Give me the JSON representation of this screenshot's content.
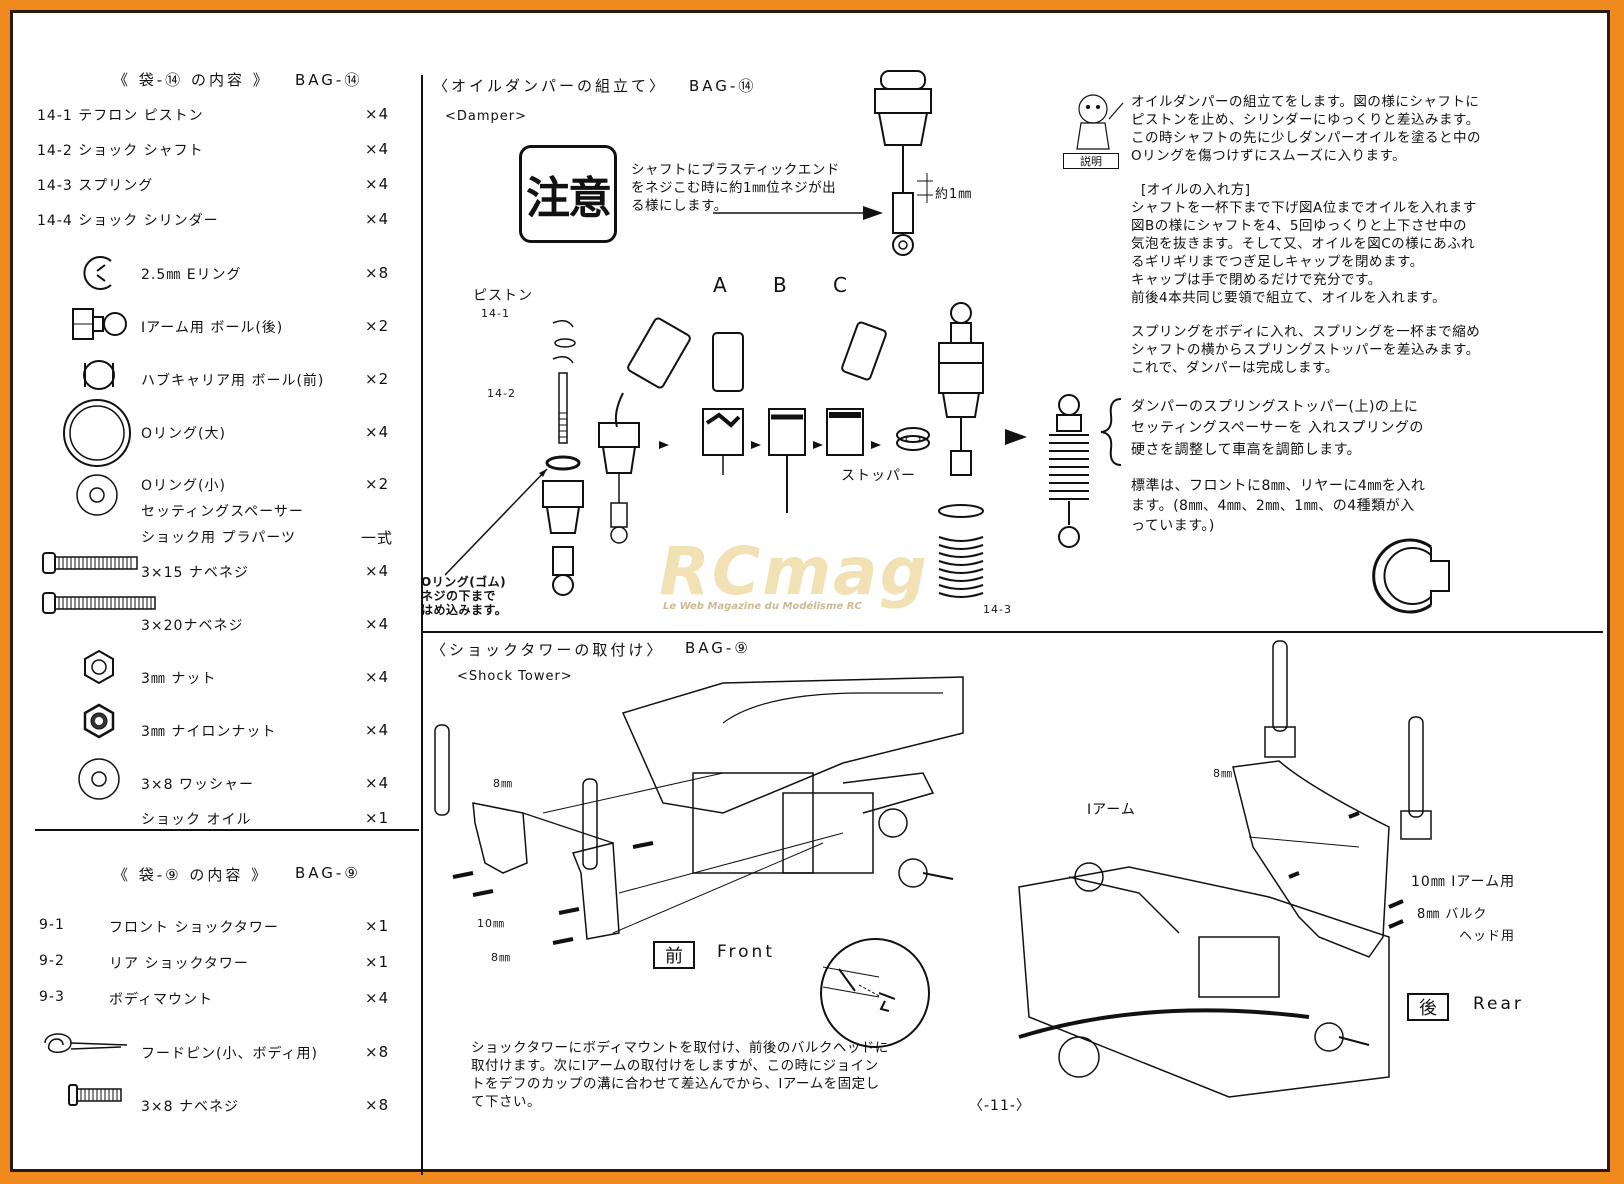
{
  "left_panel": {
    "bag14_header": "《 袋-⑭ の内容 》",
    "bag14_code": "BAG-⑭",
    "bag14_items": [
      {
        "label": "14-1 テフロン ピストン",
        "qty": "×4"
      },
      {
        "label": "14-2 ショック シャフト",
        "qty": "×4"
      },
      {
        "label": "14-3 スプリング",
        "qty": "×4"
      },
      {
        "label": "14-4 ショック シリンダー",
        "qty": "×4"
      },
      {
        "label": "2.5㎜ Eリング",
        "qty": "×8"
      },
      {
        "label": "Iアーム用 ボール(後)",
        "qty": "×2"
      },
      {
        "label": "ハブキャリア用 ボール(前)",
        "qty": "×2"
      },
      {
        "label": "Oリング(大)",
        "qty": "×4"
      },
      {
        "label": "Oリング(小)",
        "qty": "×2"
      },
      {
        "label": "セッティングスペーサー",
        "qty": ""
      },
      {
        "label": "ショック用 プラパーツ",
        "qty": "一式"
      },
      {
        "label": "3×15 ナベネジ",
        "qty": "×4"
      },
      {
        "label": "3×20ナベネジ",
        "qty": "×4"
      },
      {
        "label": "3㎜ ナット",
        "qty": "×4"
      },
      {
        "label": "3㎜ ナイロンナット",
        "qty": "×4"
      },
      {
        "label": "3×8 ワッシャー",
        "qty": "×4"
      },
      {
        "label": "ショック オイル",
        "qty": "×1"
      }
    ],
    "bag9_header": "《 袋-⑨ の内容 》",
    "bag9_code": "BAG-⑨",
    "bag9_items": [
      {
        "num": "9-1",
        "label": "フロント ショックタワー",
        "qty": "×1"
      },
      {
        "num": "9-2",
        "label": "リア ショックタワー",
        "qty": "×1"
      },
      {
        "num": "9-3",
        "label": "ボディマウント",
        "qty": "×4"
      },
      {
        "num": "",
        "label": "フードピン(小、ボディ用)",
        "qty": "×8"
      },
      {
        "num": "",
        "label": "3×8 ナベネジ",
        "qty": "×8"
      }
    ]
  },
  "damper_section": {
    "title": "〈オイルダンパーの組立て〉",
    "code": "BAG-⑭",
    "subtitle": "<Damper>",
    "caution_kanji": "注意",
    "caution_text": [
      "シャフトにプラスティックエンド",
      "をネジこむ時に約1㎜位ネジが出",
      "る様にします。"
    ],
    "approx_label": "約1㎜",
    "piston_label": "ピストン",
    "part_14_1": "14-1",
    "part_14_2": "14-2",
    "part_14_3": "14-3",
    "step_a": "A",
    "step_b": "B",
    "step_c": "C",
    "stopper_label": "ストッパー",
    "oring_note": [
      "Oリング(ゴム)",
      "ネジの下まで",
      "はめ込みます。"
    ],
    "explain_badge": "説明",
    "explain_text": [
      "オイルダンパーの組立てをします。図の様にシャフトに",
      "ピストンを止め、シリンダーにゆっくりと差込みます。",
      "この時シャフトの先に少しダンパーオイルを塗ると中の",
      "Oリングを傷つけずにスムーズに入ります。"
    ],
    "oil_title": "[オイルの入れ方]",
    "oil_text": [
      "シャフトを一杯下まで下げ図A位までオイルを入れます",
      "図Bの様にシャフトを4、5回ゆっくりと上下させ中の",
      "気泡を抜きます。そして又、オイルを図Cの様にあふれ",
      "るギリギリまでつぎ足しキャップを閉めます。",
      "キャップは手で閉めるだけで充分です。",
      "前後4本共同じ要領で組立て、オイルを入れます。"
    ],
    "spring_text": [
      "スプリングをボディに入れ、スプリングを一杯まで縮め",
      "シャフトの横からスプリングストッパーを差込みます。",
      "これで、ダンパーは完成します。"
    ],
    "spacer_text": [
      "ダンパーのスプリングストッパー(上)の上に",
      "セッティングスペーサーを 入れスプリングの",
      "硬さを調整して車高を調節します。"
    ],
    "standard_text": [
      "標準は、フロントに8㎜、リヤーに4㎜を入れ",
      "ます。(8㎜、4㎜、2㎜、1㎜、の4種類が入",
      "っています。)"
    ]
  },
  "tower_section": {
    "title": "〈ショックタワーの取付け〉",
    "code": "BAG-⑨",
    "subtitle": "<Shock Tower>",
    "front_kanji": "前",
    "front_label": "Front",
    "rear_kanji": "後",
    "rear_label": "Rear",
    "mm8_a": "8㎜",
    "mm10": "10㎜",
    "mm8_b": "8㎜",
    "mm8_c": "8㎜",
    "i_arm": "Iアーム",
    "arm_10mm": "10㎜ Iアーム用",
    "bulk_8mm": "8㎜ バルク",
    "head_use": "ヘッド用",
    "install_text": [
      "ショックタワーにボディマウントを取付け、前後のバルクヘッドに",
      "取付けます。次にIアームの取付けをしますが、この時にジョイン",
      "トをデフのカップの溝に合わせて差込んでから、Iアームを固定し",
      "て下さい。"
    ],
    "page_number": "〈-11-〉"
  },
  "watermark": {
    "brand": "RCmag",
    "tagline": "Le Web Magazine du Modélisme RC"
  }
}
